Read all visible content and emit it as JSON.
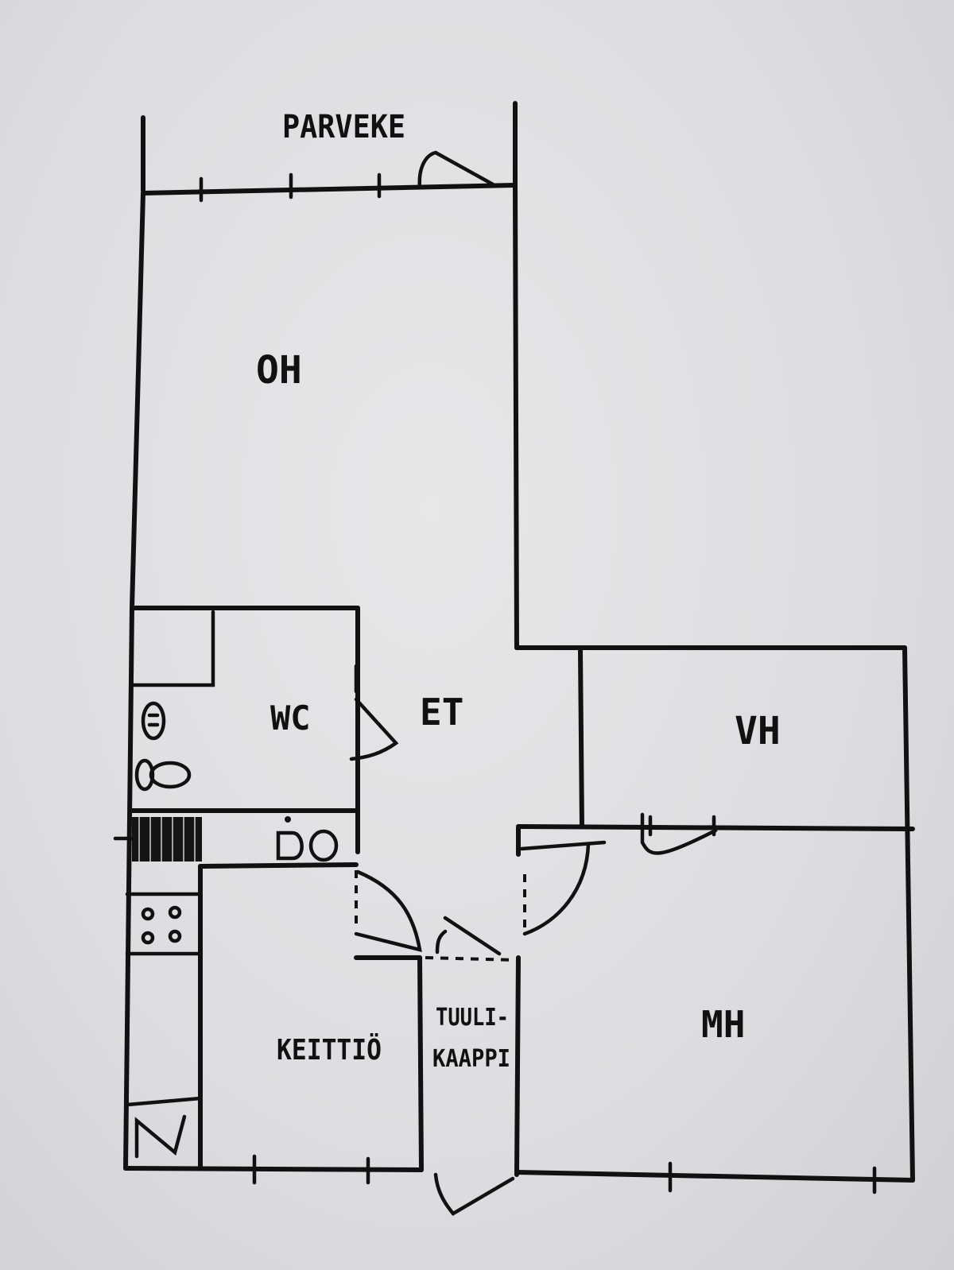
{
  "rooms": {
    "parveke": "PARVEKE",
    "oh": "OH",
    "wc": "WC",
    "et": "ET",
    "vh": "VH",
    "keittio": "KEITTIÖ",
    "tuulikaappi_line1": "TUULI-",
    "tuulikaappi_line2": "KAAPPI",
    "mh": "MH"
  },
  "colors": {
    "ink": "#111111",
    "paper": "#e2e3e5"
  }
}
